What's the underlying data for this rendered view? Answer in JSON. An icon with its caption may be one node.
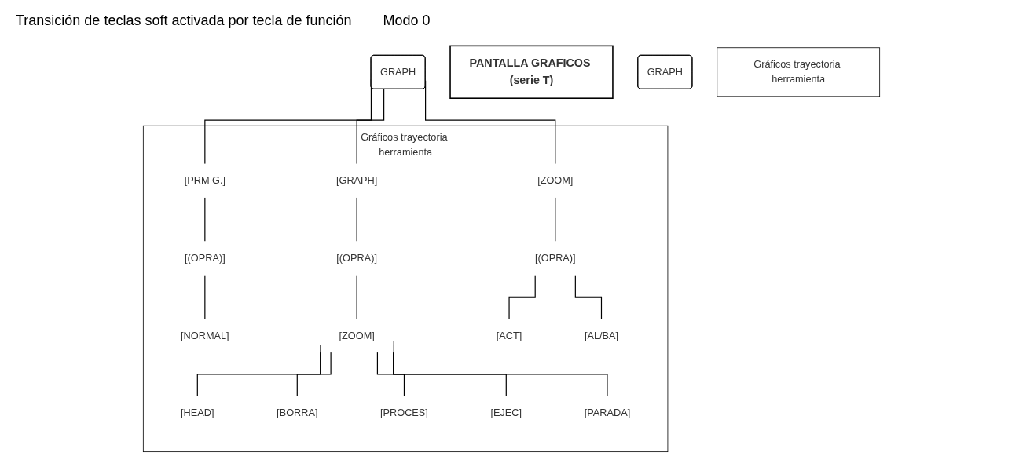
{
  "diagram": {
    "nodes": [
      {
        "text": [
          "PANTALLA GRAFICOS (serie T)"
        ]
      },
      {
        "text": [
          "GRAPH"
        ]
      },
      {
        "text": [
          "Gráficos trayectoria herramienta"
        ]
      },
      {
        "text": [
          "GRAPH"
        ]
      },
      {
        "text": [
          "Gráficos trayectoria herramienta"
        ]
      },
      {
        "text": [
          "[PRM G.]"
        ],
        "in": 4
      },
      {
        "text": [
          "[(OPRA)]"
        ],
        "in": 4
      },
      {
        "text": [
          "[NORMAL]"
        ],
        "in": 4
      },
      {
        "text": [
          "[GRAPH]"
        ],
        "in": 4
      },
      {
        "text": [
          "[(OPRA)]"
        ],
        "in": 4
      },
      {
        "text": [
          "[ZOOM]"
        ],
        "in": 4
      },
      {
        "text": [
          "[HEAD]"
        ],
        "in": 4
      },
      {
        "text": [
          "[BORRA]"
        ],
        "in": 4
      },
      {
        "text": [
          "[PROCES]"
        ],
        "in": 4
      },
      {
        "text": [
          "[EJEC]"
        ],
        "in": 4
      },
      {
        "text": [
          "[PARADA]"
        ],
        "in": 4
      },
      {
        "text": [
          "[ZOOM]"
        ],
        "in": 4
      },
      {
        "text": [
          "[(OPRA)]"
        ],
        "in": 4
      },
      {
        "text": [
          "[ACT]"
        ],
        "in": 4
      },
      {
        "text": [
          "[AL/BA]"
        ],
        "in": 4
      }
    ],
    "edges": [
      {
        "from": 3,
        "to": 5,
        "arrow": "none"
      },
      {
        "from": 3,
        "to": 8,
        "arrow": "none"
      },
      {
        "from": 3,
        "to": 16,
        "arrow": "none"
      },
      {
        "from": 5,
        "to": 6,
        "arrow": "none"
      },
      {
        "from": 6,
        "to": 7,
        "arrow": "none"
      },
      {
        "from": 8,
        "to": 9,
        "arrow": "none"
      },
      {
        "from": 9,
        "to": 10,
        "arrow": "none"
      },
      {
        "from": 10,
        "to": 11,
        "arrow": "none"
      },
      {
        "from": 10,
        "to": 12,
        "arrow": "none"
      },
      {
        "from": 10,
        "to": 13,
        "arrow": "none"
      },
      {
        "from": 10,
        "to": 14,
        "arrow": "none"
      },
      {
        "from": 10,
        "to": 15,
        "arrow": "none"
      },
      {
        "from": 16,
        "to": 17,
        "arrow": "none"
      },
      {
        "from": 17,
        "to": 18,
        "arrow": "none"
      },
      {
        "from": 17,
        "to": 19,
        "arrow": "none"
      }
    ],
    "labels": [
      "Transición de teclas soft activada por tecla de función",
      "Modo 0"
    ]
  }
}
